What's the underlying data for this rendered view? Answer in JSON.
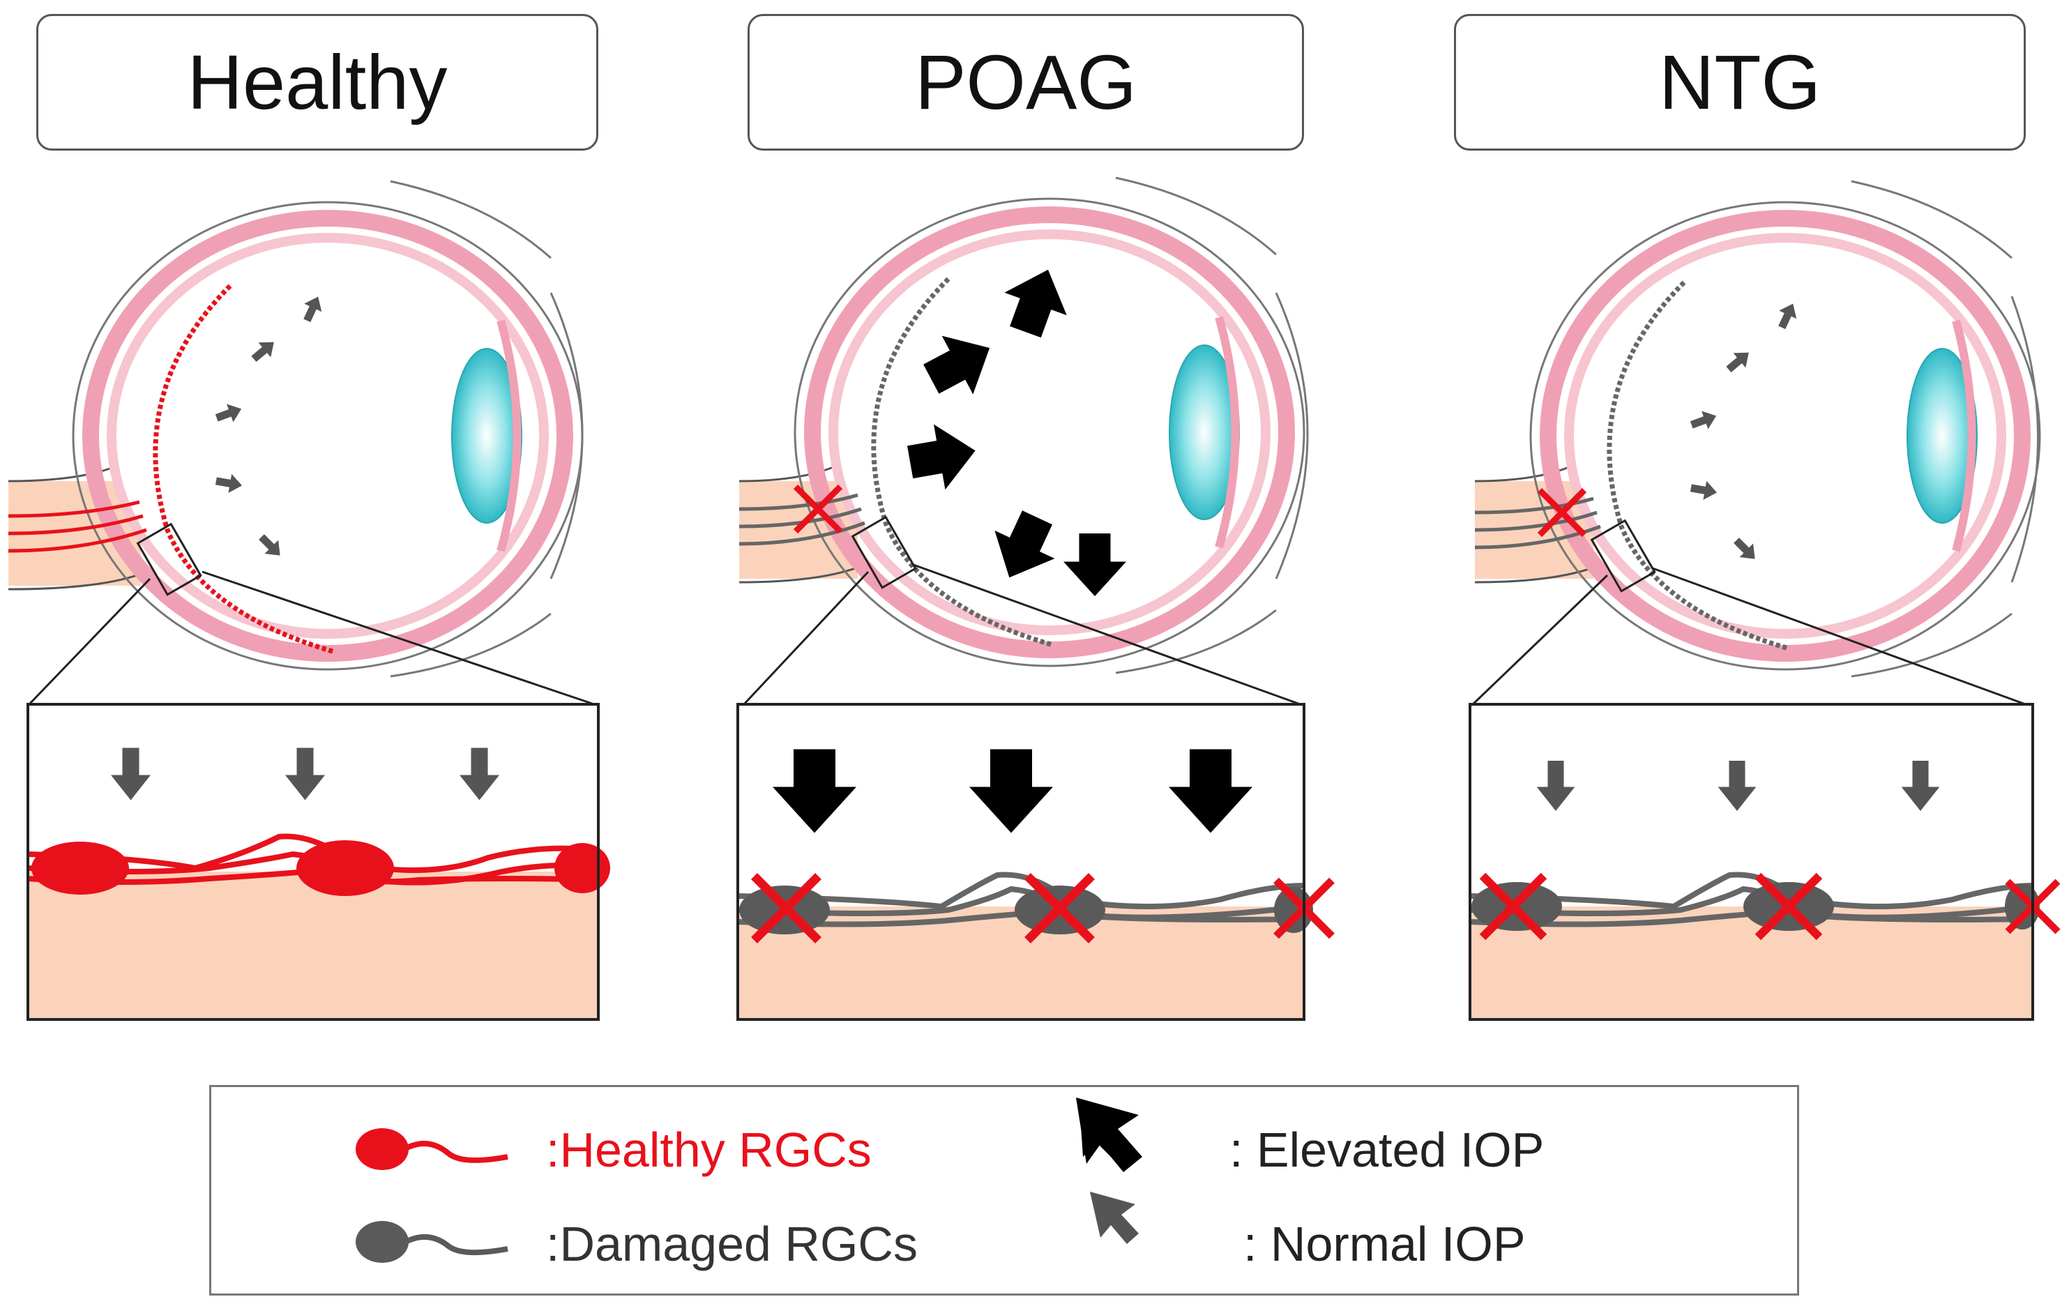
{
  "panels": [
    {
      "title": "Healthy",
      "iop": "normal",
      "rgc": "healthy"
    },
    {
      "title": "POAG",
      "iop": "elevated",
      "rgc": "damaged"
    },
    {
      "title": "NTG",
      "iop": "normal",
      "rgc": "damaged"
    }
  ],
  "legend": {
    "healthy_rgcs": ":Healthy RGCs",
    "damaged_rgcs": ":Damaged RGCs",
    "elevated_iop": ": Elevated IOP",
    "normal_iop": ": Normal IOP"
  },
  "colors": {
    "healthy_rgc": "#e8111b",
    "damaged_rgc": "#5a5a5a",
    "elevated_arrow": "#000000",
    "normal_arrow": "#555555",
    "tissue": "#fbd3bb",
    "sclera": "#f0a0b4",
    "lens": "#3ec6cf",
    "damage_mark": "#e8111b"
  },
  "icons": [
    "elevated-iop-arrow-icon",
    "normal-iop-arrow-icon",
    "damage-x-icon"
  ]
}
